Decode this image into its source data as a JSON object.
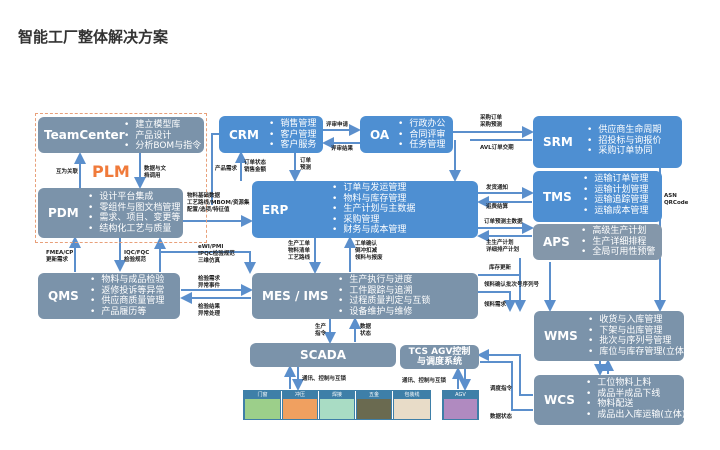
{
  "title": "智能工厂整体解决方案",
  "plm_label": "PLM",
  "systems": {
    "teamcenter": {
      "name": "TeamCenter",
      "items": [
        "建立模型库",
        "产品设计",
        "分析BOM与指令"
      ]
    },
    "pdm": {
      "name": "PDM",
      "items": [
        "设计平台集成",
        "零组件与图文档管理",
        "需求、项目、变更等",
        "结构化工艺与质量"
      ]
    },
    "crm": {
      "name": "CRM",
      "items": [
        "销售管理",
        "客户管理",
        "客户服务"
      ]
    },
    "oa": {
      "name": "OA",
      "items": [
        "行政办公",
        "合同评审",
        "任务管理"
      ]
    },
    "srm": {
      "name": "SRM",
      "items": [
        "供应商生命周期",
        "招投标与询报价",
        "采购订单协同"
      ]
    },
    "tms": {
      "name": "TMS",
      "items": [
        "运输订单管理",
        "运输计划管理",
        "运输追踪管理",
        "运输成本管理"
      ]
    },
    "aps": {
      "name": "APS",
      "items": [
        "高级生产计划",
        "生产详细排程",
        "全局可用性预警"
      ]
    },
    "erp": {
      "name": "ERP",
      "items": [
        "订单与发运管理",
        "物料与库存管理",
        "生产计划与主数据",
        "采购管理",
        "财务与成本管理"
      ]
    },
    "qms": {
      "name": "QMS",
      "items": [
        "物料与成品检验",
        "返修投诉等异常",
        "供应商质量管理",
        "产品履历等"
      ]
    },
    "mes": {
      "name": "MES / IMS",
      "items": [
        "生产执行与进度",
        "工件跟踪与追溯",
        "过程质量判定与互锁",
        "设备维护与维修"
      ]
    },
    "wms": {
      "name": "WMS",
      "items": [
        "收货与入库管理",
        "下架与出库管理",
        "批次与序列号管理",
        "库位与库存管理(立体)"
      ]
    },
    "wcs": {
      "name": "WCS",
      "items": [
        "工位物料上料",
        "成品半成品下线",
        "物料配送",
        "成品出入库运输(立体)"
      ]
    },
    "scada": {
      "name": "SCADA"
    },
    "tcs": {
      "name": "TCS AGV控制\n与调度系统"
    }
  },
  "equipment": [
    "门窗",
    "冲压",
    "焊接",
    "五金",
    "包装线"
  ],
  "agv": "AGV",
  "flows": {
    "f1": "互为关联",
    "f2": "数据与文\n档调用",
    "f3": "产品需求",
    "f4": "物料基础数据\n工艺路线/MBOM/资源集\n配置/选项/特征值",
    "f5": "订单状态\n销售金额",
    "f6": "订单\n预测",
    "f7": "评审申请",
    "f8": "评审结果",
    "f9": "采购订单\n采购预测",
    "f10": "AVL订单交期",
    "f11": "发货通知",
    "f12": "运费结算",
    "f13": "订单预测主数据",
    "f14": "主生产计划\n详细排产计划",
    "f15": "ASN\nQRCode",
    "f16": "eWI/PMI\nIPQC检验规范\n三维仿真",
    "f17": "FMEA/CP\n更新需求",
    "f18": "IQC/FQC\n检验规范",
    "f19": "检验需求\n异常事件",
    "f20": "检验结果\n异常处理",
    "f21": "生产工单\n物料清单\n工艺路线",
    "f22": "工单确认\n倒冲扣减\n领料与报废",
    "f23": "库存更新",
    "f24": "领料确认批次号序列号",
    "f25": "领料需求",
    "f26": "生产\n指令",
    "f27": "数据\n状态",
    "f28": "通讯、控制与互锁",
    "f29": "通讯、控制与互锁",
    "f30": "调度指令",
    "f31": "数据状态"
  }
}
